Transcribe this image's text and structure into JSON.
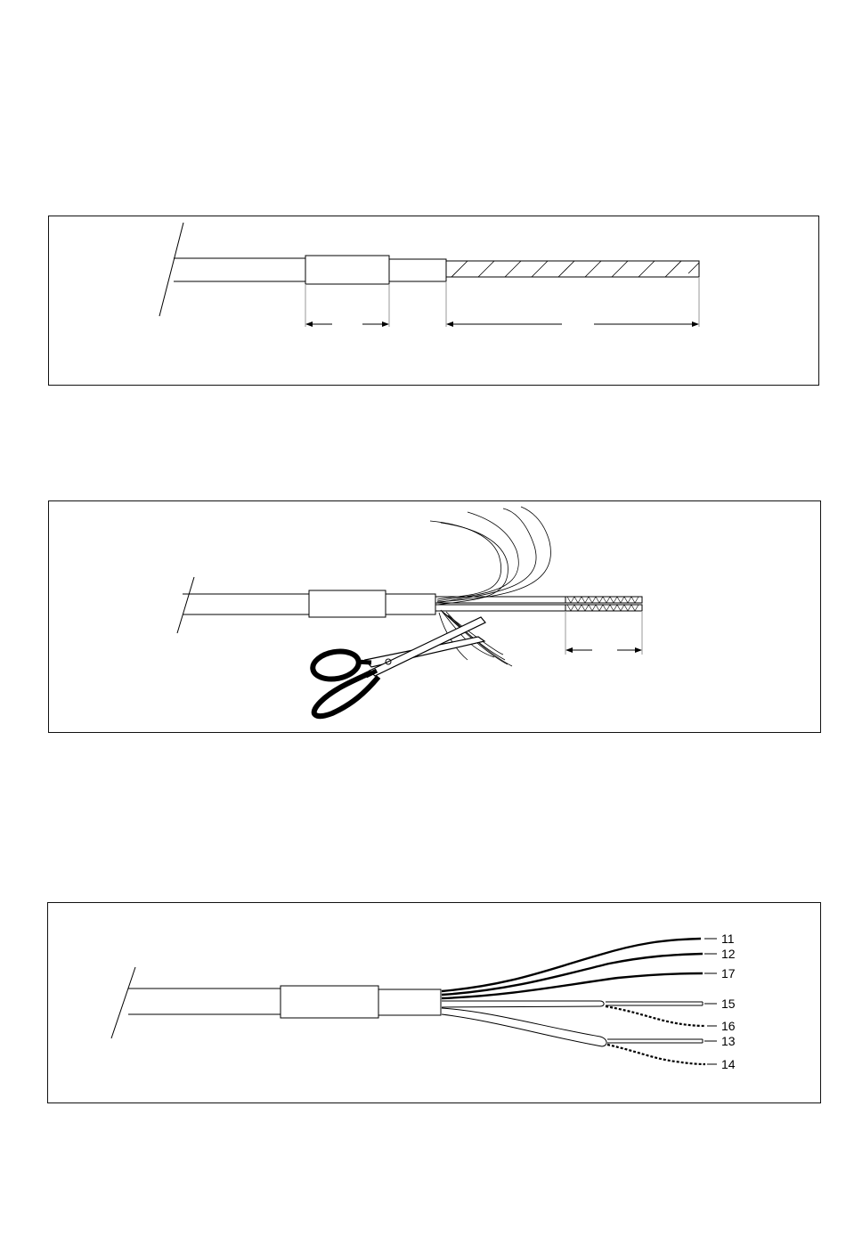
{
  "colors": {
    "line": "#000000",
    "background": "#ffffff"
  },
  "figure3": {
    "wire_labels": [
      "11",
      "12",
      "17",
      "15",
      "16",
      "13",
      "14"
    ]
  }
}
